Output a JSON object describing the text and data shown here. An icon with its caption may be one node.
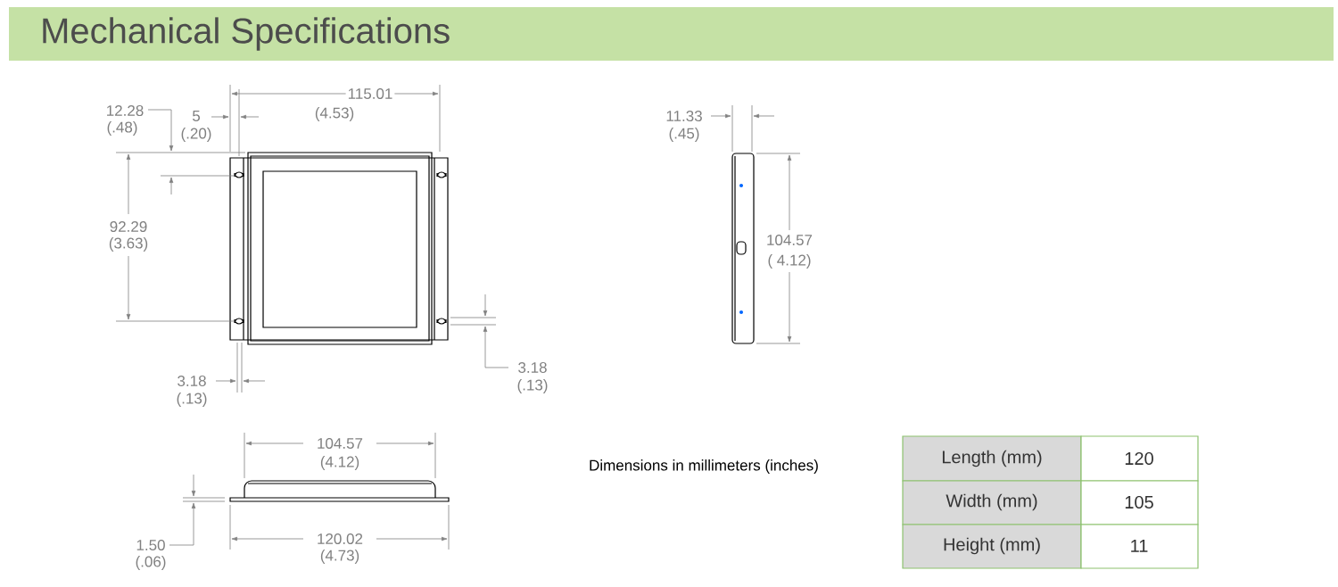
{
  "diagram": {
    "title": "Mechanical Specifications",
    "labels": [
      "115.01",
      "(4.53)",
      "12.28",
      "(.48)",
      "5",
      "(.20)",
      "11.33",
      "(.45)",
      "92.29",
      "(3.63)",
      "104.57",
      "( 4.12)",
      "3.18",
      "(.13)",
      "3.18",
      "(.13)",
      "104.57",
      "(4.12)",
      "1.50",
      "(.06)",
      "120.02",
      "(4.73)",
      "Dimensions in millimeters (inches)",
      "Length (mm)",
      "120",
      "Width (mm)",
      "105",
      "Height (mm)",
      "11"
    ]
  }
}
